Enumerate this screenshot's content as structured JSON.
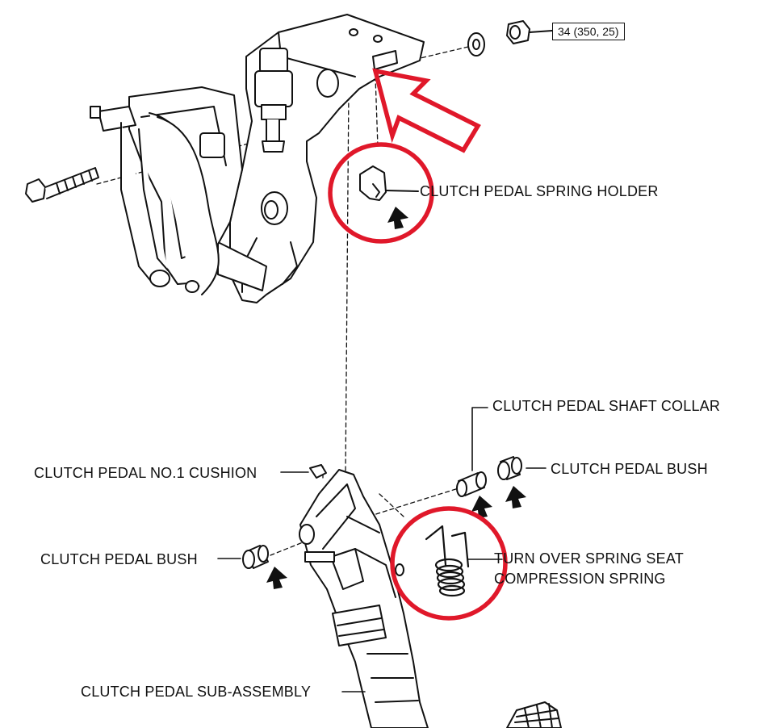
{
  "diagram": {
    "torque_spec": "34 (350, 25)",
    "labels": {
      "spring_holder": "CLUTCH PEDAL SPRING HOLDER",
      "shaft_collar": "CLUTCH PEDAL SHAFT COLLAR",
      "no1_cushion": "CLUTCH PEDAL NO.1 CUSHION",
      "bush_right": "CLUTCH PEDAL BUSH",
      "bush_left": "CLUTCH PEDAL BUSH",
      "spring_line1": "TURN OVER SPRING SEAT",
      "spring_line2": "COMPRESSION SPRING",
      "sub_assembly": "CLUTCH PEDAL SUB-ASSEMBLY"
    },
    "colors": {
      "line": "#111111",
      "highlight": "#e0182a",
      "background": "#ffffff"
    }
  }
}
